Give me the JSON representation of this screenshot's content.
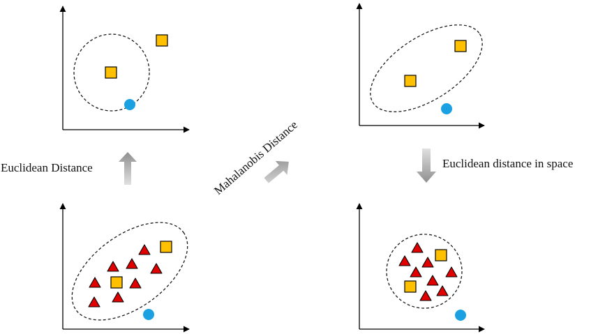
{
  "labels": {
    "euclidean": "Euclidean Distance",
    "mahalanobis": "Mahalanobis Distance",
    "euclidean_space": "Euclidean distance in space"
  },
  "colors": {
    "square_fill": "#FFC000",
    "circle_fill": "#1BA1E2",
    "triangle_fill": "#E00000",
    "arrow_fill": "#A6A6A6",
    "axis": "#000000",
    "ellipse_stroke": "#1a1a1a"
  },
  "panels": [
    {
      "id": "top-left",
      "description": "two-squares-one-circle-euclidean"
    },
    {
      "id": "bottom-left",
      "description": "triangle-cluster-with-square-and-circle"
    },
    {
      "id": "top-right",
      "description": "two-squares-one-circle-mahalanobis"
    },
    {
      "id": "bottom-right",
      "description": "transformed-cluster-euclidean-space"
    }
  ]
}
